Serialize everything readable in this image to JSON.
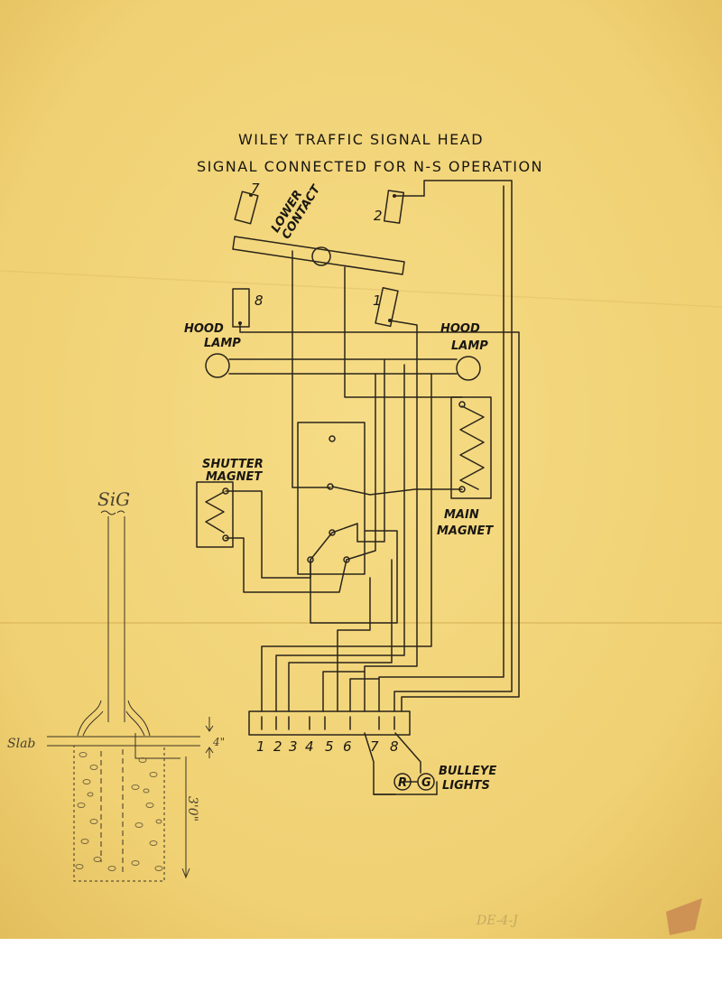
{
  "title": "WILEY TRAFFIC SIGNAL HEAD",
  "subtitle": "SIGNAL CONNECTED FOR N-S OPERATION",
  "labels": {
    "lower_contact_line1": "LOWER",
    "lower_contact_line2": "CONTACT",
    "contact_7": "7",
    "contact_2": "2",
    "contact_8": "8",
    "contact_1": "1",
    "hood_lamp_left_1": "HOOD",
    "hood_lamp_left_2": "LAMP",
    "hood_lamp_right_1": "HOOD",
    "hood_lamp_right_2": "LAMP",
    "shutter_magnet_1": "SHUTTER",
    "shutter_magnet_2": "MAGNET",
    "main_magnet_1": "MAIN",
    "main_magnet_2": "MAGNET",
    "bulleye_1": "BULLEYE",
    "bulleye_2": "LIGHTS",
    "lamp_r": "R",
    "lamp_g": "G"
  },
  "terminal_numbers": [
    "1",
    "2",
    "3",
    "4",
    "5",
    "6",
    "7",
    "8"
  ],
  "sketch": {
    "sig": "SiG",
    "slab": "Slab",
    "slab_thickness": "4\"",
    "depth": "3'0\"",
    "stamp": "DE-4-J"
  },
  "colors": {
    "paper": "#f2d57a",
    "ink": "#2a241a",
    "pencil": "#4a4230"
  }
}
